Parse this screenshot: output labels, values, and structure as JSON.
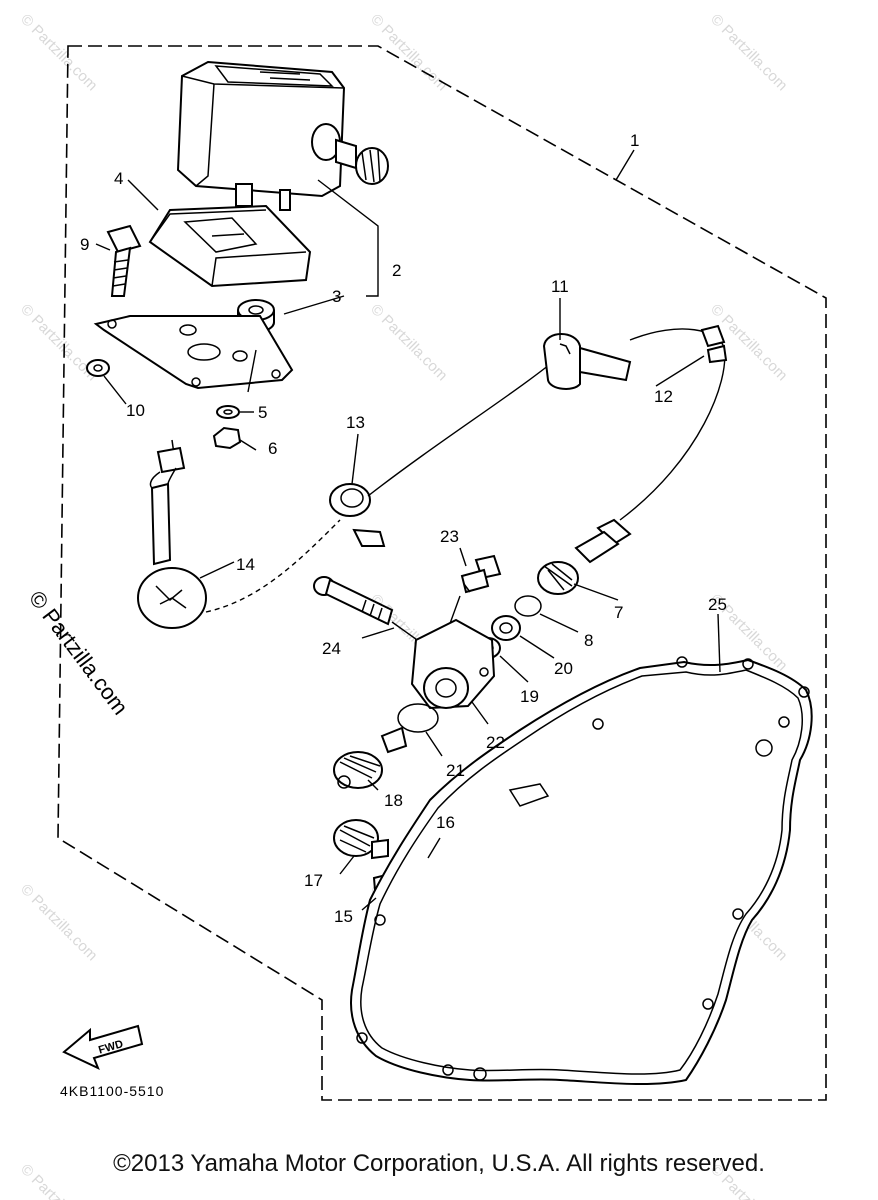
{
  "diagram": {
    "drawing_code": "4KB1100-5510",
    "fwd_label": "FWD",
    "copyright": "©2013 Yamaha Motor Corporation, U.S.A. All rights reserved.",
    "watermark_side": "© Partzilla.com",
    "watermark_small": "© Partzilla.com",
    "callouts": [
      "1",
      "2",
      "3",
      "4",
      "5",
      "6",
      "7",
      "8",
      "9",
      "10",
      "11",
      "12",
      "13",
      "14",
      "15",
      "16",
      "17",
      "18",
      "19",
      "20",
      "21",
      "22",
      "23",
      "24",
      "25"
    ]
  }
}
